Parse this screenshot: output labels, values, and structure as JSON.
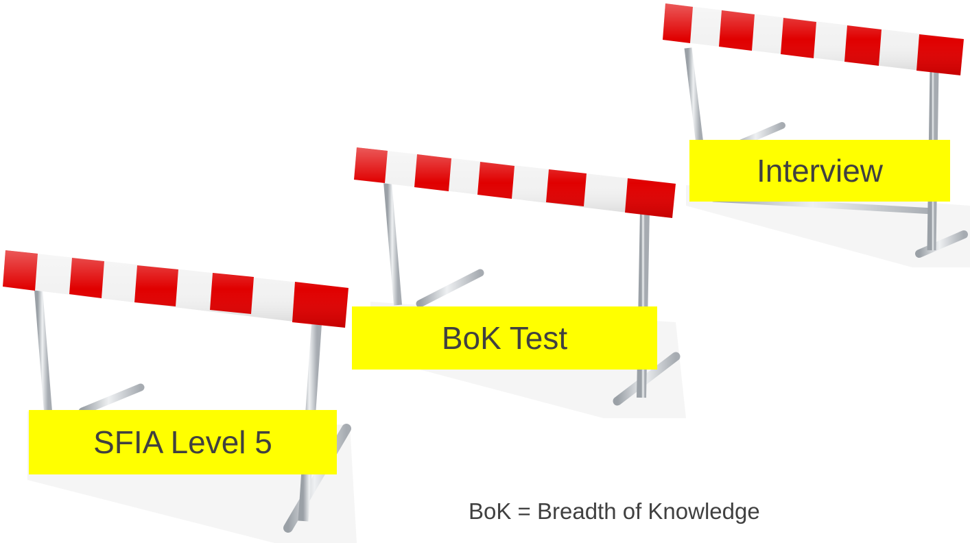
{
  "hurdles": [
    {
      "name": "interview",
      "label": "Interview"
    },
    {
      "name": "bok-test",
      "label": "BoK Test"
    },
    {
      "name": "sfia-level-5",
      "label": "SFIA Level 5"
    }
  ],
  "footnote": "BoK = Breadth of Knowledge",
  "colors": {
    "stripe_red": "#e00000",
    "stripe_white": "#f2f2f2",
    "label_background": "#ffff00",
    "text": "#404040",
    "pole": "#c9cdd2"
  }
}
